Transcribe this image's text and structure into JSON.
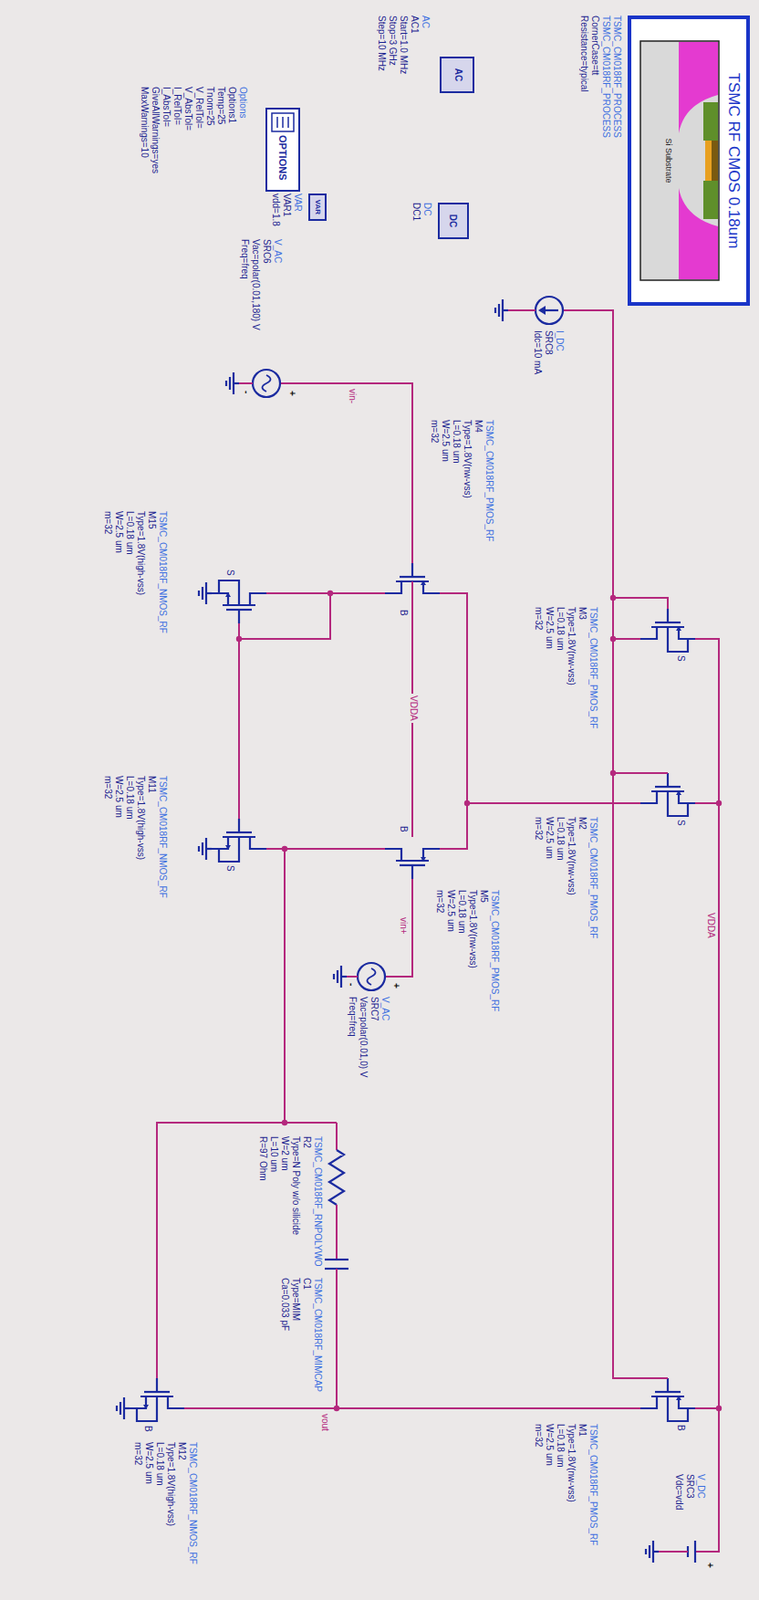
{
  "diagram": {
    "nodes": [
      {
        "text": [
          "TSMC RF CMOS 0.18um",
          "Si Substrate"
        ]
      },
      {
        "text": [
          "OPTIONS"
        ]
      },
      {
        "text": [
          "AC"
        ]
      },
      {
        "text": [
          "DC"
        ]
      },
      {
        "text": [
          "VAR"
        ]
      }
    ],
    "labels": [
      "TSMC_CM018RF_PROCESS",
      "TSMC_CM018RF_PROCESS",
      "CornerCase=tt",
      "Resistance=typical",
      "AC",
      "AC1",
      "Start=1.0 MHz",
      "Stop=3 GHz",
      "Step=10 MHz",
      "DC",
      "DC1",
      "VAR",
      "VAR1",
      "vdd=1.8",
      "Options",
      "Options1",
      "Temp=25",
      "Tnom=25",
      "V_RelTol=",
      "V_AbsTol=",
      "I_RelTol=",
      "I_AbsTol=",
      "GiveAllWarnings=yes",
      "MaxWarnings=10",
      "I_DC",
      "SRC8",
      "Idc=10 mA",
      "V_DC",
      "SRC3",
      "Vdc=vdd",
      "+",
      "TSMC_CM018RF_PMOS_RF",
      "M3",
      "Type=1.8V(nw-vss)",
      "L=0.18 um",
      "W=2.5 um",
      "m=32",
      "S",
      "TSMC_CM018RF_PMOS_RF",
      "M2",
      "Type=1.8V(nw-vss)",
      "L=0.18 um",
      "W=2.5 um",
      "m=32",
      "S",
      "TSMC_CM018RF_PMOS_RF",
      "M1",
      "Type=1.8V(nw-vss)",
      "L=0.18 um",
      "W=2.5 um",
      "m=32",
      "B",
      "TSMC_CM018RF_PMOS_RF",
      "M4",
      "Type=1.8V(nw-vss)",
      "L=0.18 um",
      "W=2.5 um",
      "m=32",
      "B",
      "TSMC_CM018RF_PMOS_RF",
      "M5",
      "Type=1.8V(nw-vss)",
      "L=0.18 um",
      "W=2.5 um",
      "m=32",
      "B",
      "VDDA",
      "VDDA",
      "vin-",
      "vin+",
      "V_AC",
      "SRC6",
      "Vac=polar(0.01,180) V",
      "Freq=freq",
      "+",
      "-",
      "V_AC",
      "SRC7",
      "Vac=polar(0.01,0) V",
      "Freq=freq",
      "+",
      "-",
      "TSMC_CM018RF_NMOS_RF",
      "M15",
      "Type=1.8V(high-vss)",
      "L=0.18 um",
      "W=2.5 um",
      "m=32",
      "S",
      "TSMC_CM018RF_NMOS_RF",
      "M11",
      "Type=1.8V(high-vss)",
      "L=0.18 um",
      "W=2.5 um",
      "m=32",
      "S",
      "TSMC_CM018RF_RNPOLYWO",
      "R2",
      "Type=N Poly w/o silicide",
      "W=2 um",
      "L=10 um",
      "R=97 Ohm",
      "TSMC_CM018RF_MIMCAP",
      "C1",
      "Type=MIM",
      "Ca=0.033 pF",
      "vout",
      "TSMC_CM018RF_NMOS_RF",
      "M12",
      "Type=1.8V(high-vss)",
      "L=0.18 um",
      "W=2.5 um",
      "m=32",
      "B"
    ]
  }
}
